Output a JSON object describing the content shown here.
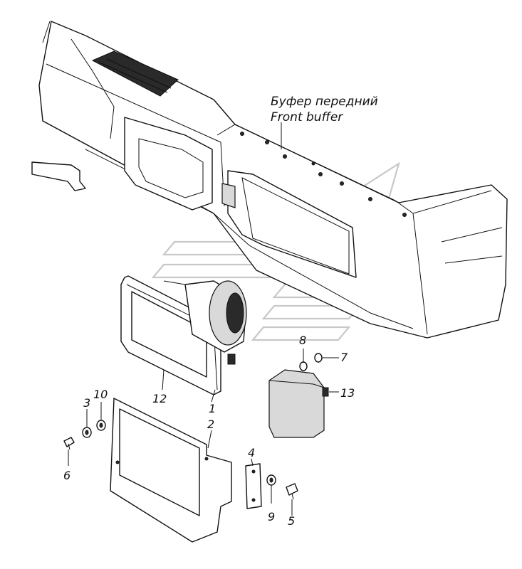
{
  "diagram": {
    "assembly_caption": {
      "line_ru": "Буфер передний",
      "line_en": "Front buffer"
    },
    "callouts": [
      "1",
      "2",
      "3",
      "4",
      "5",
      "6",
      "7",
      "8",
      "9",
      "10",
      "12",
      "13"
    ]
  }
}
